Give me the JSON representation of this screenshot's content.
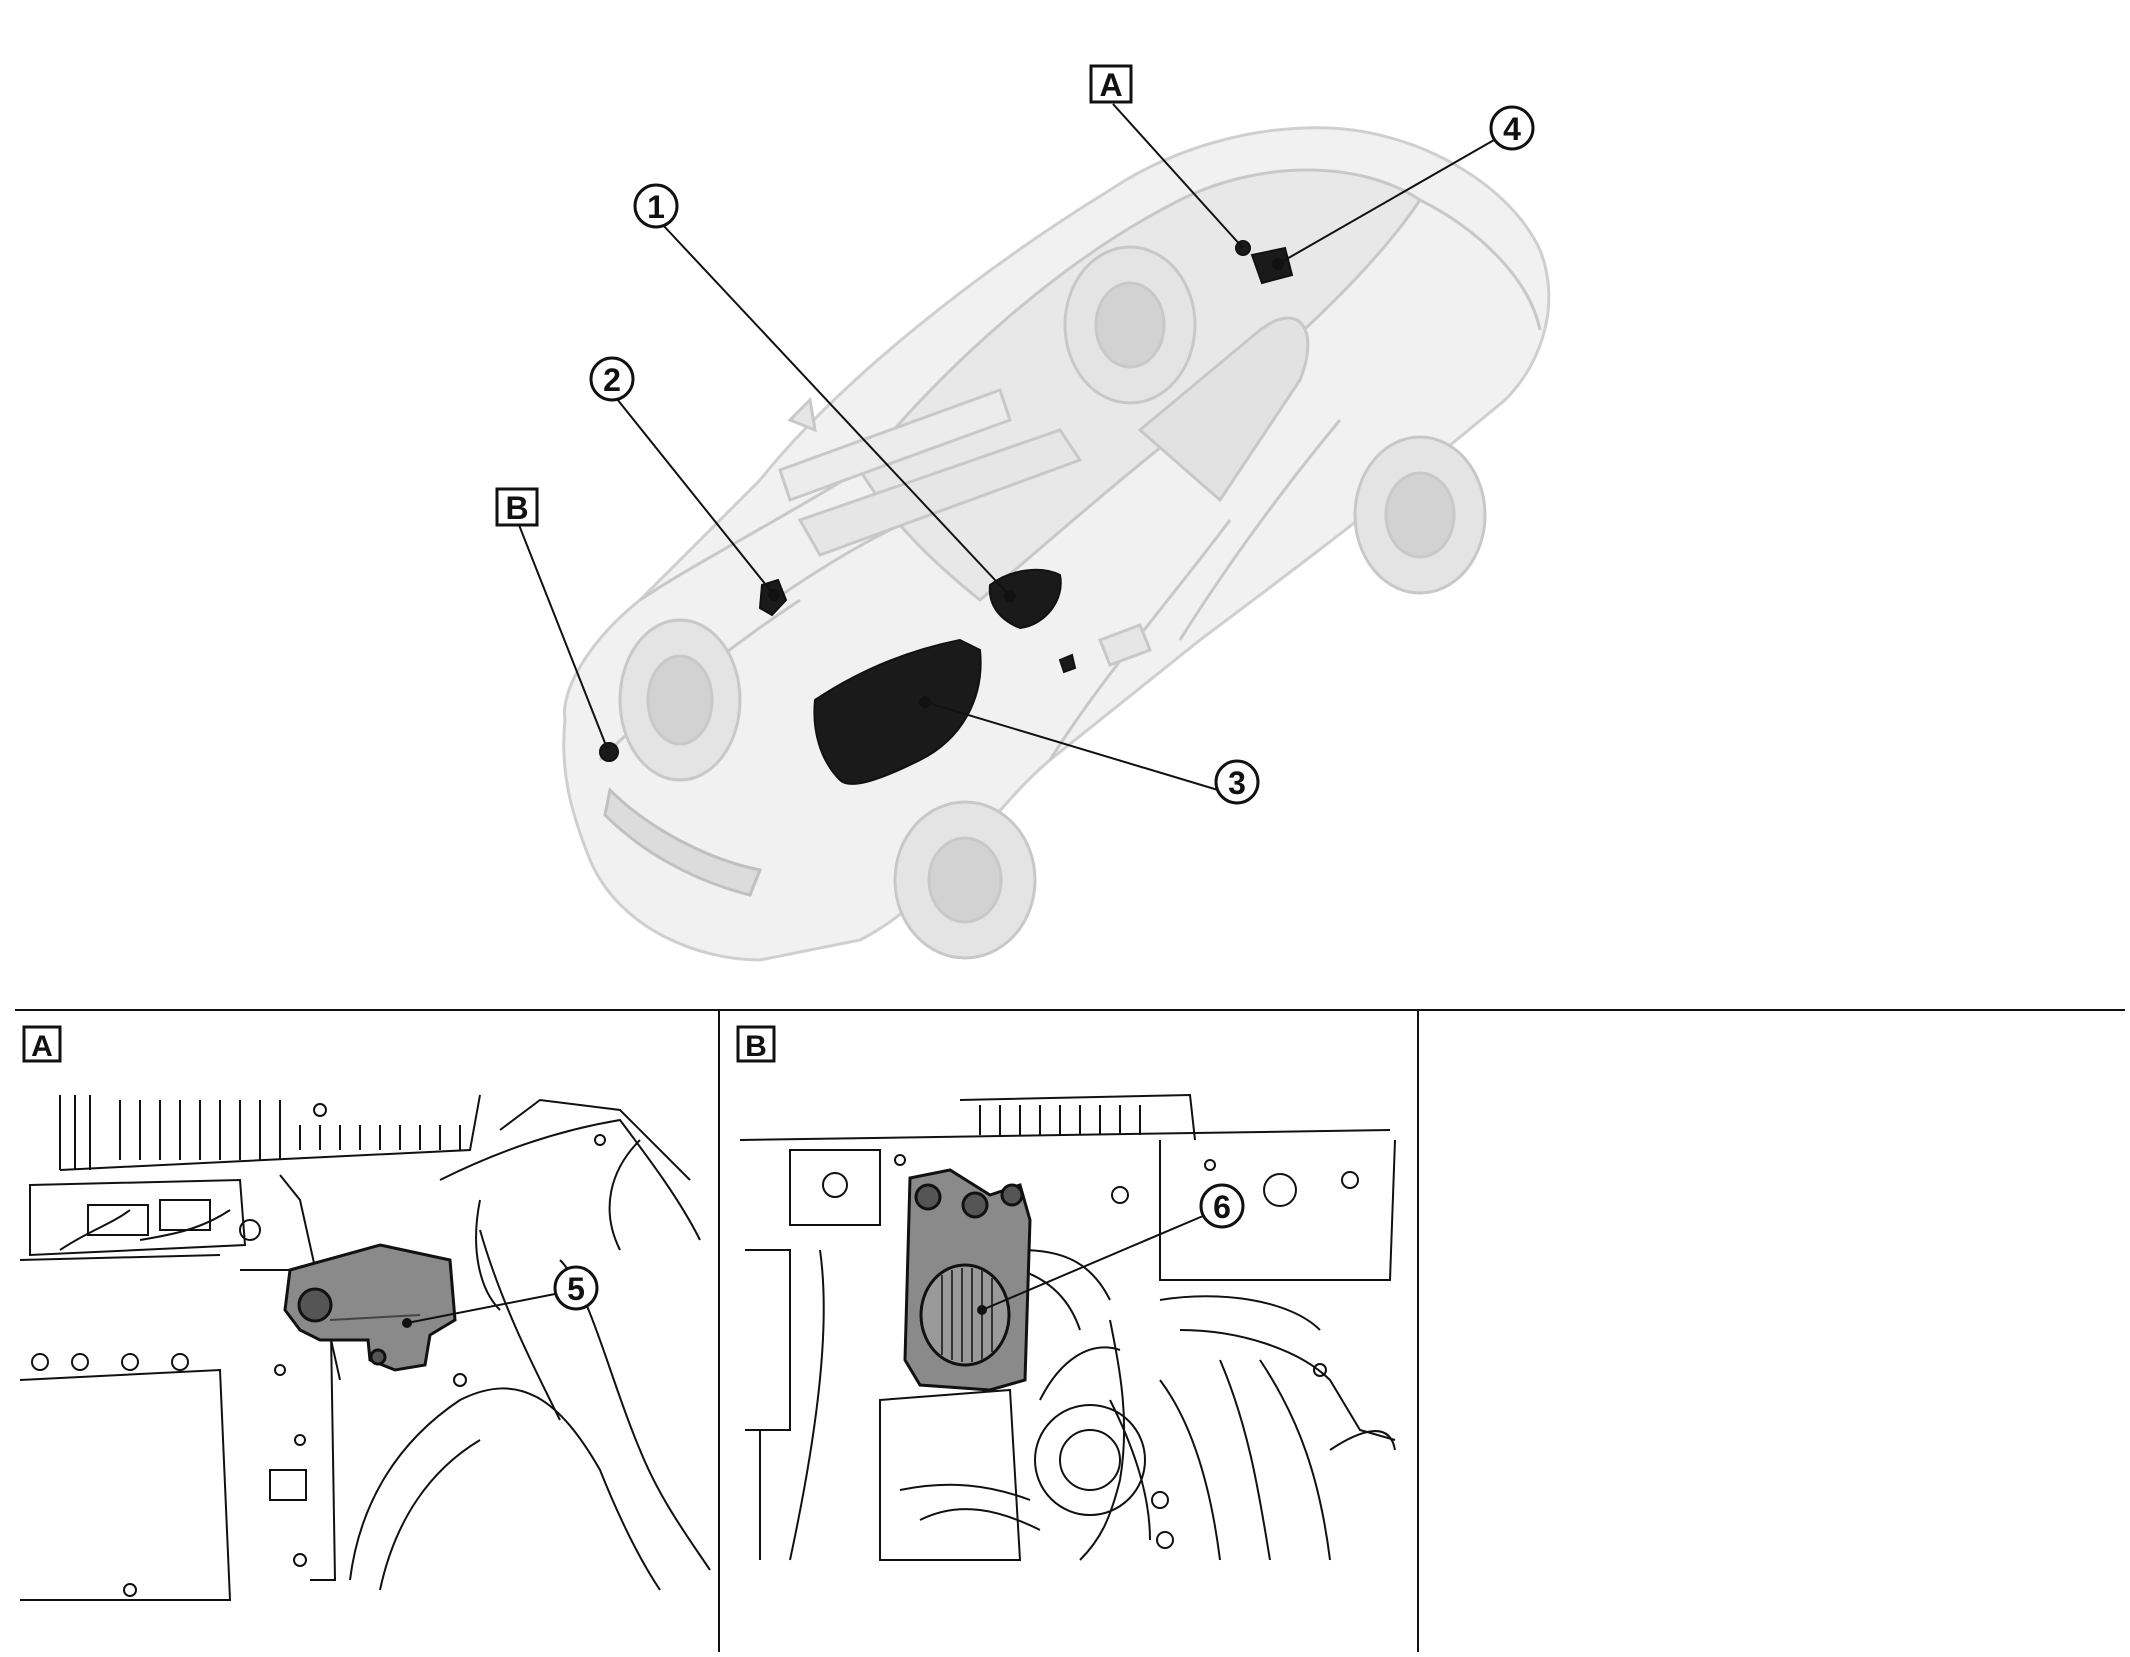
{
  "overview": {
    "callouts": [
      {
        "id": "c1",
        "label": "1"
      },
      {
        "id": "c2",
        "label": "2"
      },
      {
        "id": "c3",
        "label": "3"
      },
      {
        "id": "c4",
        "label": "4"
      }
    ],
    "view_tags": [
      {
        "id": "tagA",
        "label": "A"
      },
      {
        "id": "tagB",
        "label": "B"
      }
    ]
  },
  "detail_panels": [
    {
      "id": "panelA",
      "tag": "A",
      "callout": "5"
    },
    {
      "id": "panelB",
      "tag": "B",
      "callout": "6"
    }
  ],
  "colors": {
    "line": "#111111",
    "ghost": "#d9d9d9",
    "part": "#1a1a1a",
    "component_fill": "#8a8a8a"
  }
}
